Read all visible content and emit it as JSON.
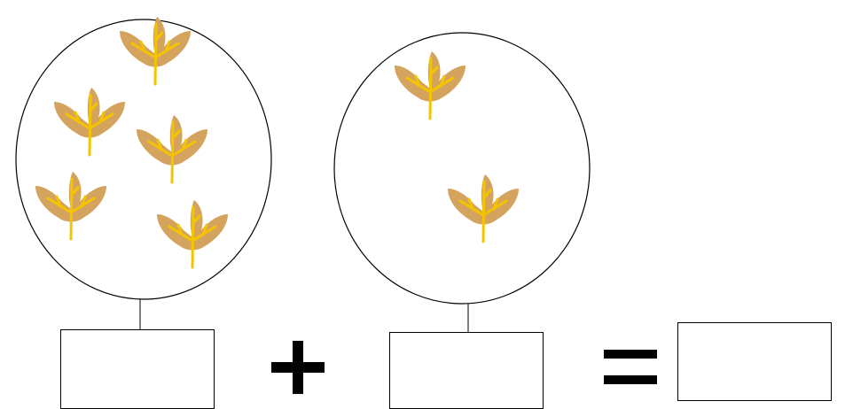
{
  "groups": [
    {
      "name": "first-group",
      "leaf_count": 5,
      "answer": ""
    },
    {
      "name": "second-group",
      "leaf_count": 2,
      "answer": ""
    }
  ],
  "operators": {
    "plus": "+",
    "equals": "="
  },
  "result": {
    "answer": ""
  },
  "colors": {
    "leaf_fill": "#d4a35d",
    "leaf_vein": "#f5c400",
    "outline": "#000000",
    "background": "#ffffff"
  },
  "icons": {
    "leaf": "maple-leaf-icon",
    "plus": "plus-sign",
    "equals": "equals-sign"
  }
}
